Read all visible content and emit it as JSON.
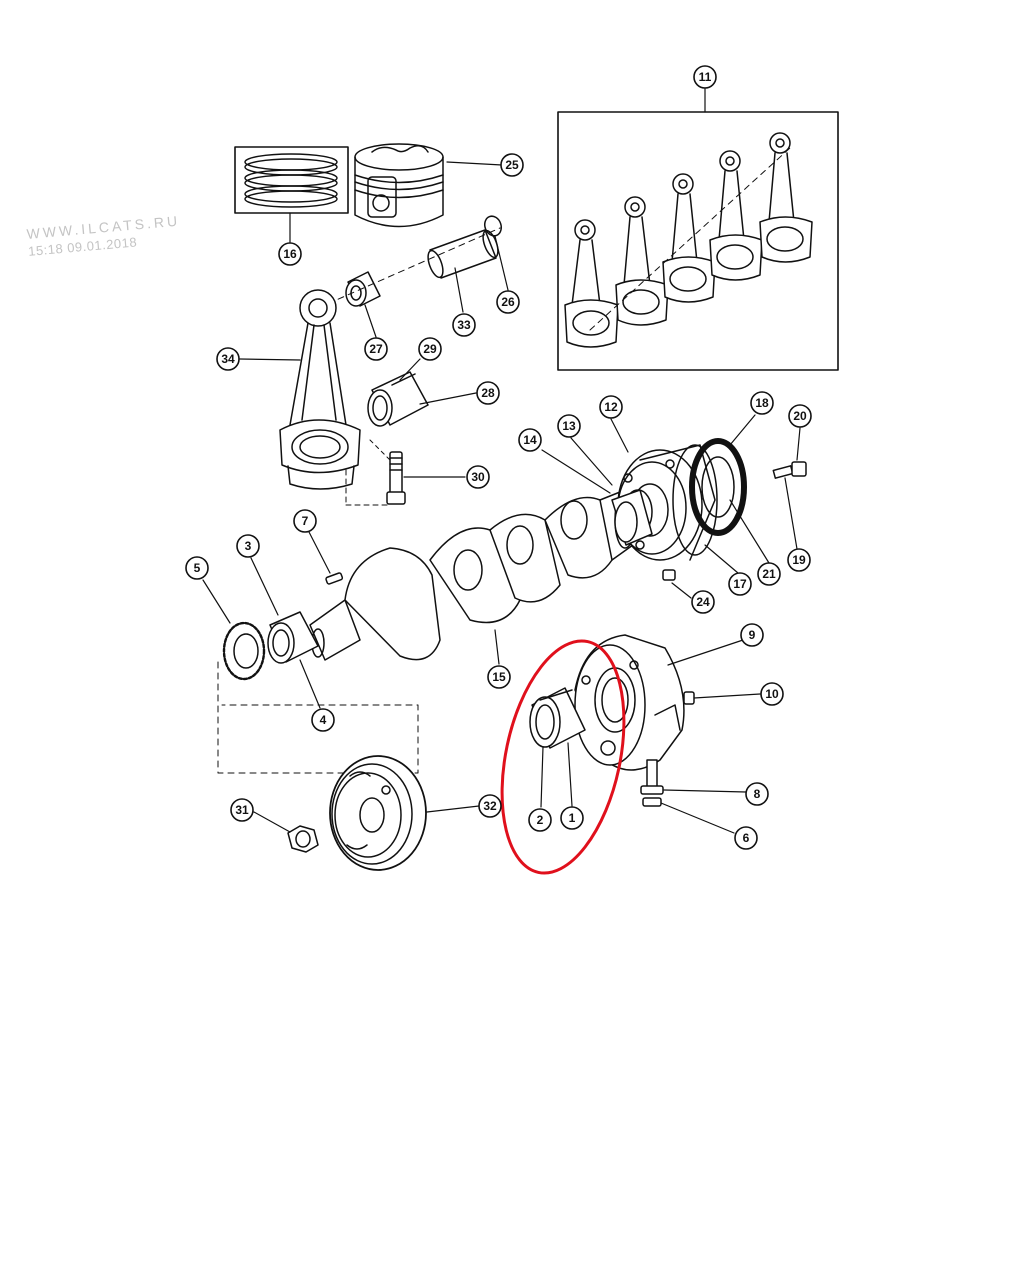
{
  "watermark": {
    "site": "WWW.ILCATS.RU",
    "timestamp": "15:18 09.01.2018"
  },
  "callouts": [
    {
      "id": "c1",
      "label": "1"
    },
    {
      "id": "c2",
      "label": "2"
    },
    {
      "id": "c3",
      "label": "3"
    },
    {
      "id": "c4",
      "label": "4"
    },
    {
      "id": "c5",
      "label": "5"
    },
    {
      "id": "c6",
      "label": "6"
    },
    {
      "id": "c7",
      "label": "7"
    },
    {
      "id": "c8",
      "label": "8"
    },
    {
      "id": "c9",
      "label": "9"
    },
    {
      "id": "c10",
      "label": "10"
    },
    {
      "id": "c11",
      "label": "11"
    },
    {
      "id": "c12",
      "label": "12"
    },
    {
      "id": "c13",
      "label": "13"
    },
    {
      "id": "c14",
      "label": "14"
    },
    {
      "id": "c15",
      "label": "15"
    },
    {
      "id": "c16",
      "label": "16"
    },
    {
      "id": "c17",
      "label": "17"
    },
    {
      "id": "c18",
      "label": "18"
    },
    {
      "id": "c19",
      "label": "19"
    },
    {
      "id": "c20",
      "label": "20"
    },
    {
      "id": "c21",
      "label": "21"
    },
    {
      "id": "c24",
      "label": "24"
    },
    {
      "id": "c25",
      "label": "25"
    },
    {
      "id": "c26",
      "label": "26"
    },
    {
      "id": "c27",
      "label": "27"
    },
    {
      "id": "c28",
      "label": "28"
    },
    {
      "id": "c29",
      "label": "29"
    },
    {
      "id": "c30",
      "label": "30"
    },
    {
      "id": "c31",
      "label": "31"
    },
    {
      "id": "c32",
      "label": "32"
    },
    {
      "id": "c33",
      "label": "33"
    },
    {
      "id": "c34",
      "label": "34"
    }
  ],
  "colors": {
    "line": "#111111",
    "highlight": "#e0101c",
    "watermark": "#c4c4c4",
    "background": "#ffffff"
  }
}
